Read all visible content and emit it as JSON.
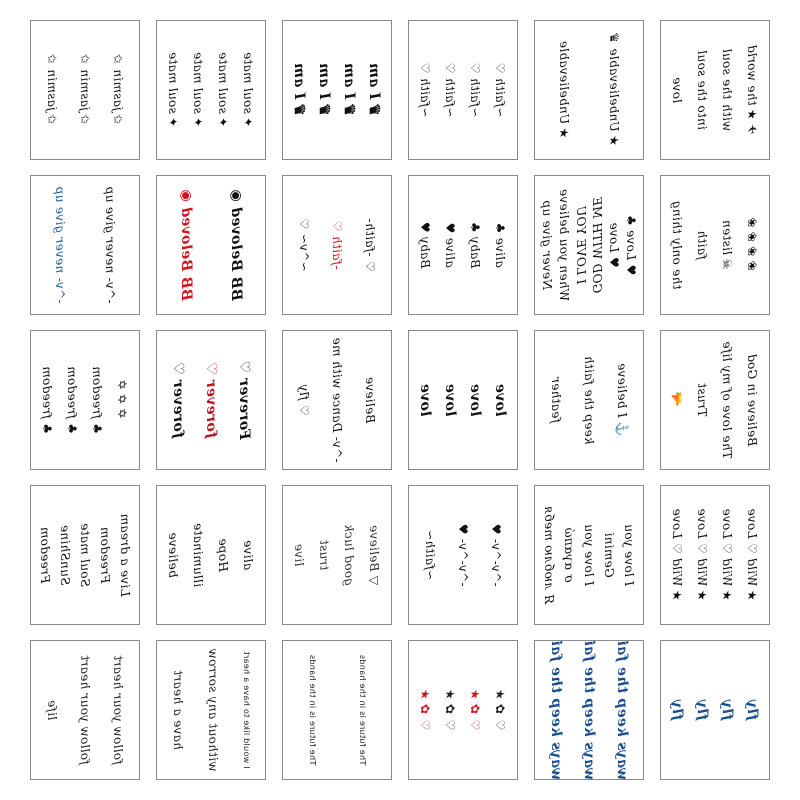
{
  "sheets": [
    {
      "color": "#111111",
      "lines": [
        "✩ jasmin ✩",
        "✩ jasmin ✩",
        "✩ jasmin ✩"
      ]
    },
    {
      "color": "#111111",
      "lines": [
        "✦ soul mate",
        "✦ soul mate",
        "✦ soul mate",
        "✦ soul mate"
      ]
    },
    {
      "color": "#111111",
      "style": "bold",
      "lines": [
        "♛ I am",
        "♛ I am",
        "♛ I am",
        "♛ I am"
      ]
    },
    {
      "color": "#111111",
      "lines": [
        "~faith ♡",
        "~faith ♡",
        "~faith ♡",
        "~faith ♡"
      ]
    },
    {
      "color": "#111111",
      "lines": [
        "★ Unbelievable ♛",
        "★ Unbelievable"
      ]
    },
    {
      "color": "#111111",
      "lines": [
        "✈ ★ the world",
        "with the soul",
        "into the soul",
        "love"
      ]
    },
    {
      "color": "#111111",
      "lines": [
        "-^v- never give up",
        "-^v- never give up"
      ],
      "accent": "#1a5a9e"
    },
    {
      "color": "#111111",
      "style": "bold",
      "lines": [
        "BB Beloved ◉",
        "BB Beloved ◉"
      ],
      "accent": "#d2141e"
    },
    {
      "color": "#111111",
      "lines": [
        "♡ -faith-",
        "-faith ♡",
        "~^v~ ♡"
      ],
      "accent": "#d2141e"
    },
    {
      "color": "#111111",
      "lines": [
        "alive ♣",
        "Baby ♣",
        "alive ♥",
        "Baby ♥"
      ]
    },
    {
      "color": "#111111",
      "lines": [
        "♥ Love ♣",
        "♥ Love",
        "GOD WITH ME",
        "I LOVE YOU",
        "When you believe",
        "Never give up"
      ]
    },
    {
      "color": "#111111",
      "lines": [
        "❀ ❀ ❀ ❀",
        "☠ listen",
        "faith",
        "the only thing"
      ]
    },
    {
      "color": "#111111",
      "lines": [
        "✡ ✡ ✡",
        "♣ freedom",
        "♣ freedom",
        "♣ freedom"
      ]
    },
    {
      "color": "#111111",
      "style": "bold",
      "lines": [
        "Forever ♡",
        "forever ♡",
        "forever ♡"
      ],
      "accent": "#b8141e"
    },
    {
      "color": "#111111",
      "lines": [
        "Believe",
        "-^v- Dance with me",
        "♡ fly"
      ]
    },
    {
      "color": "#111111",
      "style": "bold",
      "lines": [
        "love",
        "love",
        "love",
        "love"
      ]
    },
    {
      "color": "#111111",
      "lines": [
        "⚓ I believe",
        "keep the faith",
        "feather"
      ]
    },
    {
      "color": "#111111",
      "lines": [
        "Believe in God",
        "The love of my life",
        "Trust",
        "🔫"
      ]
    },
    {
      "color": "#111111",
      "lines": [
        "Live a dream",
        "Freedom",
        "Soul mate",
        "SunShine",
        "Freedom"
      ]
    },
    {
      "color": "#111111",
      "lines": [
        "alive",
        "Hope",
        "illuminate",
        "believe"
      ]
    },
    {
      "color": "#333333",
      "lines": [
        "▽ Believe",
        "good luck",
        "trust",
        "live"
      ]
    },
    {
      "color": "#111111",
      "lines": [
        "-^v-^v- ♥",
        "-^v-^v- ♥",
        "~faith~"
      ]
    },
    {
      "color": "#111111",
      "lines": [
        "I love you",
        "Gemini",
        "I love you",
        "σ αγαπώ",
        "Я люблю тебя"
      ]
    },
    {
      "color": "#111111",
      "lines": [
        "★ Wild ♡ Love",
        "★ Wild ♡ Love",
        "★ Wild ♡ Love",
        "★ Wild ♡ Love"
      ]
    },
    {
      "color": "#222222",
      "lines": [
        "follow your heart",
        "follow your heart",
        "life"
      ]
    },
    {
      "color": "#222222",
      "lines": [
        "I would like to have a heart",
        "without any sorrow",
        "have a heart"
      ]
    },
    {
      "color": "#222222",
      "lines": [
        "The future is in the hands",
        "The future is in the hands"
      ]
    },
    {
      "color": "#222222",
      "lines": [
        "♡ ✿ ★",
        "♡ ✿ ★",
        "♡ ✿ ★",
        "♡ ✿ ★"
      ],
      "accent": "#d2141e"
    },
    {
      "color": "#1a4f8f",
      "style": "bold",
      "lines": [
        "Always keep the faith",
        "Always keep the faith",
        "Always keep the faith"
      ]
    },
    {
      "color": "#1a4f8f",
      "style": "bold",
      "lines": [
        "fly",
        "fly",
        "fly",
        "fly"
      ]
    }
  ],
  "border_color": "#8a8a8a"
}
